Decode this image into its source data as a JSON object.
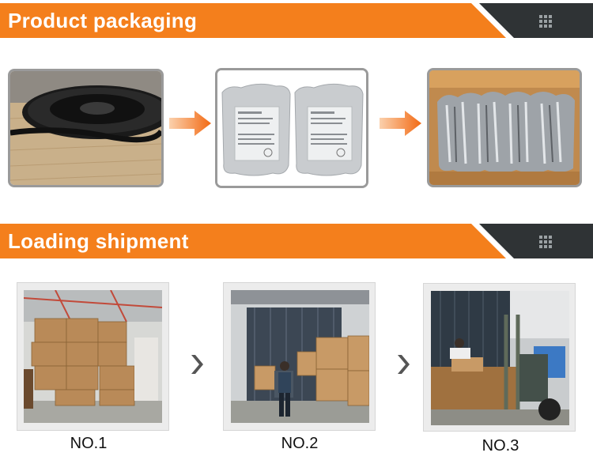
{
  "section1": {
    "title": "Product packaging"
  },
  "section2": {
    "title": "Loading shipment"
  },
  "packaging_photos": [
    {
      "icon": "tape-reel-photo"
    },
    {
      "icon": "antistatic-bags-photo"
    },
    {
      "icon": "carton-box-photo"
    }
  ],
  "shipment_steps": [
    {
      "caption": "NO.1"
    },
    {
      "caption": "NO.2"
    },
    {
      "caption": "NO.3"
    }
  ],
  "colors": {
    "accent": "#f47f1c",
    "dark": "#2f3335"
  }
}
